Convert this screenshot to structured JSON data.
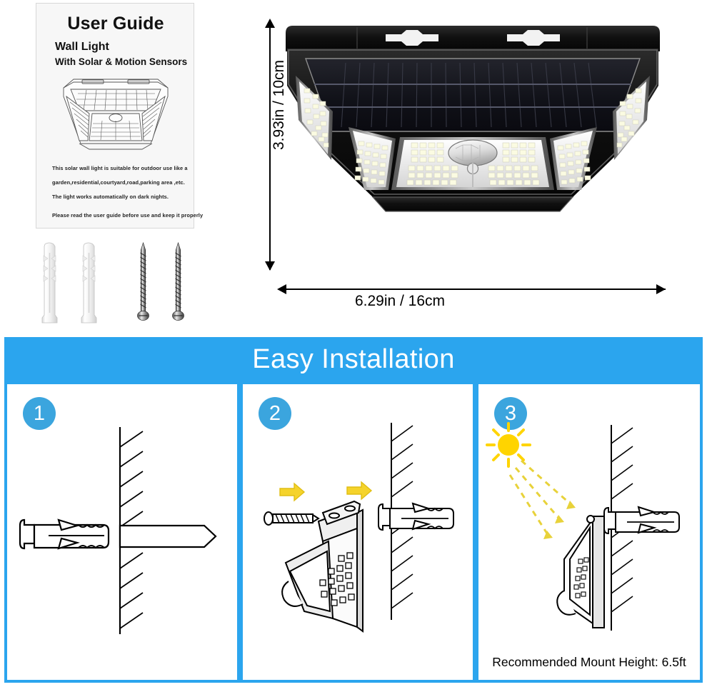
{
  "product": {
    "type": "solar-motion-sensor-wall-light",
    "dimensions": {
      "height_label": "3.93in / 10cm",
      "width_label": "6.29in / 16cm"
    }
  },
  "user_guide": {
    "title": "User Guide",
    "subtitle1": "Wall Light",
    "subtitle2": "With Solar & Motion Sensors",
    "body_lines": [
      "This solar wall light is suitable for outdoor use like a",
      "garden,residential,courtyard,road,parking area ,etc.",
      "The light works automatically on dark nights.",
      "Please read the user guide before use and keep it properly"
    ]
  },
  "hardware": {
    "anchors_count": 2,
    "screws_count": 2,
    "anchor_name": "wall-anchor",
    "screw_name": "mounting-screw"
  },
  "banner": {
    "title": "Easy Installation",
    "background_color": "#2BA5EE",
    "text_color": "#FFFFFF"
  },
  "steps": [
    {
      "number": "1",
      "illustration": "wall-anchor-inserted-into-wall"
    },
    {
      "number": "2",
      "illustration": "lamp-and-screw-mounted-to-wall-with-arrows"
    },
    {
      "number": "3",
      "illustration": "sun-rays-onto-mounted-lamp",
      "caption": "Recommended Mount Height: 6.5ft"
    }
  ],
  "colors": {
    "accent_blue": "#2BA5EE",
    "badge_blue": "#3BA5DE",
    "arrow_yellow": "#F5D32B",
    "sun_yellow": "#FFD400",
    "line_black": "#000000"
  }
}
